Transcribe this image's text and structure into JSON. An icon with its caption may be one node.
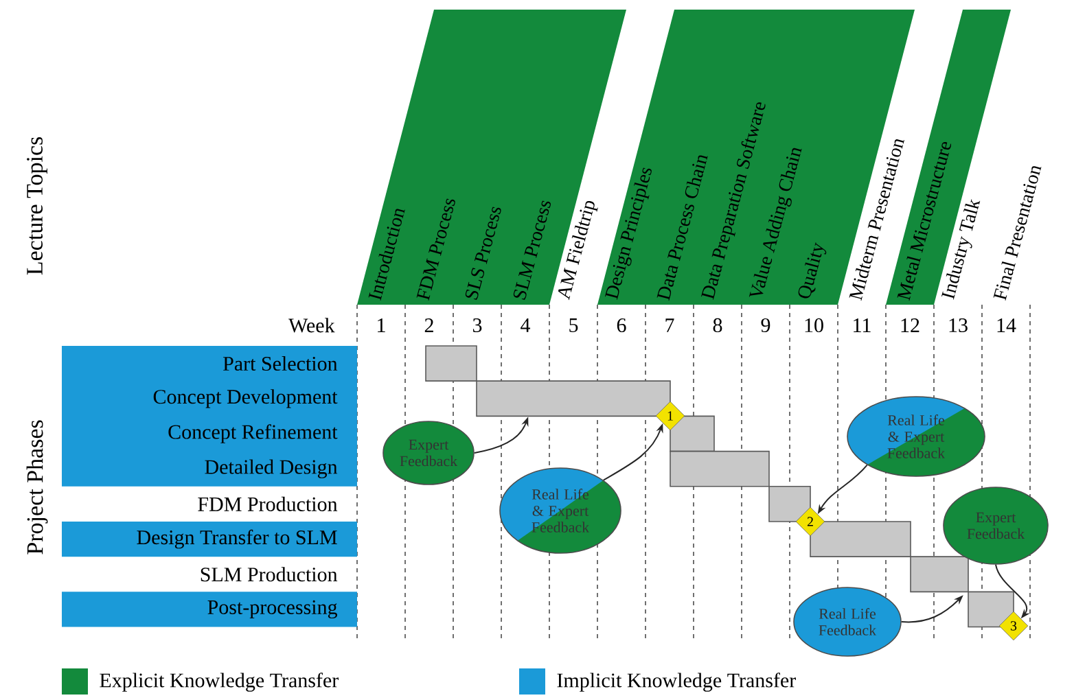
{
  "diagram": {
    "nodes": [
      {
        "text": [
          "Introduction",
          "FDM Process",
          "SLS Process",
          "SLM Process"
        ]
      },
      {
        "text": [
          "Design Principles",
          "Data Process Chain",
          "Data Preparation Software",
          "Value Adding Chain",
          "Quality"
        ]
      },
      {
        "text": [
          "Metal Microstructure"
        ]
      },
      {
        "text": [
          "Part Selection",
          "Concept Development",
          "Concept Refinement",
          "Detailed Design"
        ]
      },
      {
        "text": [
          "Design Transfer to SLM"
        ]
      },
      {
        "text": [
          "Post-processing"
        ]
      },
      {
        "text": [],
        "shape": "bar"
      },
      {
        "text": [],
        "shape": "bar"
      },
      {
        "text": [],
        "shape": "bar"
      },
      {
        "text": [],
        "shape": "bar"
      },
      {
        "text": [],
        "shape": "bar"
      },
      {
        "text": [],
        "shape": "bar"
      },
      {
        "text": [],
        "shape": "bar"
      },
      {
        "text": [],
        "shape": "bar"
      },
      {
        "text": [
          "1"
        ]
      },
      {
        "text": [
          "Expert Feedback"
        ]
      },
      {
        "text": [
          "Real Life & Expert Feedback"
        ]
      },
      {
        "text": [
          "Real Life & Expert Feedback"
        ]
      },
      {
        "text": [
          "2"
        ]
      },
      {
        "text": [
          "Expert Feedback"
        ]
      },
      {
        "text": [
          "Real Life Feedback"
        ]
      },
      {
        "text": [
          "3"
        ]
      }
    ],
    "edges": [
      {
        "from": 15,
        "to": 7,
        "arrow": "to"
      },
      {
        "from": 16,
        "to": 14,
        "arrow": "to"
      },
      {
        "from": 17,
        "to": 18,
        "arrow": "to"
      },
      {
        "from": 19,
        "to": 21,
        "arrow": "to"
      },
      {
        "from": 20,
        "to": 12,
        "arrow": "to"
      }
    ],
    "labels": [
      "Lecture Topics",
      "AM Fieldtrip",
      "Midterm Presentation",
      "Industry Talk",
      "Final Presentation",
      "Week",
      "1",
      "2",
      "3",
      "4",
      "5",
      "6",
      "7",
      "8",
      "9",
      "10",
      "11",
      "12",
      "13",
      "14",
      "Project Phases",
      "FDM Production",
      "SLM Production"
    ],
    "legend": [
      {
        "text": "Explicit Knowledge Transfer",
        "color": "#138a3c"
      },
      {
        "text": "Implicit Knowledge Transfer",
        "color": "#1b9ad8"
      }
    ]
  }
}
